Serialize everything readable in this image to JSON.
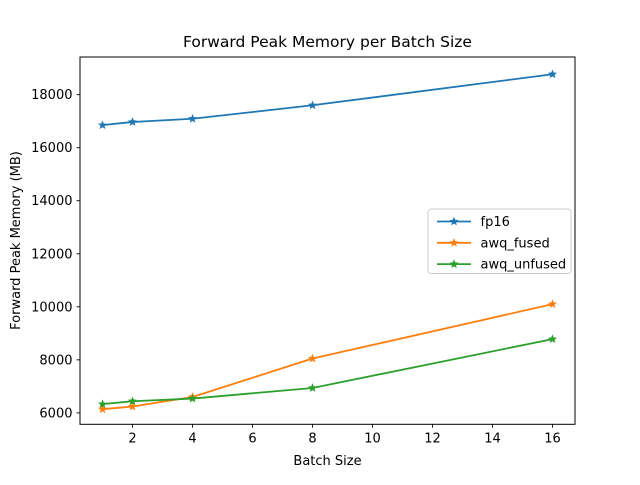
{
  "figure": {
    "background": "#ffffff",
    "text_color": "#000000",
    "frame_color": "#000000",
    "legend_border_color": "#cccccc"
  },
  "chart_data": {
    "type": "line",
    "title": "Forward Peak Memory per Batch Size",
    "xlabel": "Batch Size",
    "ylabel": "Forward Peak Memory (MB)",
    "x": [
      1,
      2,
      4,
      8,
      16
    ],
    "series": [
      {
        "name": "fp16",
        "color": "#1f77b4",
        "marker": "star",
        "values": [
          16850,
          16970,
          17090,
          17600,
          18770
        ]
      },
      {
        "name": "awq_fused",
        "color": "#ff7f0e",
        "marker": "star",
        "values": [
          6140,
          6240,
          6600,
          8050,
          10100
        ]
      },
      {
        "name": "awq_unfused",
        "color": "#2ca02c",
        "marker": "star",
        "values": [
          6330,
          6440,
          6540,
          6940,
          8780
        ]
      }
    ],
    "xticks": [
      2,
      4,
      6,
      8,
      10,
      12,
      14,
      16
    ],
    "yticks": [
      6000,
      8000,
      10000,
      12000,
      14000,
      16000,
      18000
    ],
    "xlim": [
      0.25,
      16.75
    ],
    "ylim": [
      5570,
      19420
    ],
    "grid": false,
    "legend": {
      "position": "center-right",
      "entries": [
        "fp16",
        "awq_fused",
        "awq_unfused"
      ]
    }
  }
}
